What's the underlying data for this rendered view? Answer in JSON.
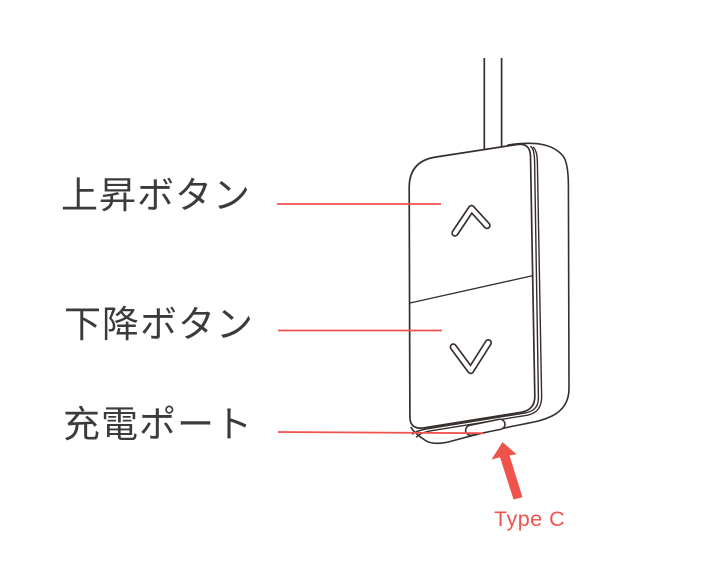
{
  "diagram": {
    "title_hint": "remote-control-product-diagram",
    "callouts": [
      {
        "label": "上昇ボタン",
        "target": "up-button"
      },
      {
        "label": "下降ボタン",
        "target": "down-button"
      },
      {
        "label": "充電ポート",
        "target": "charge-port"
      }
    ],
    "port_annotation": "Type C",
    "icons": [
      "up-chevron-icon",
      "down-chevron-icon",
      "type-c-arrow-icon",
      "charge-port-slot"
    ],
    "colors": {
      "accent_red": "#f0524c",
      "line_art": "#362f2d",
      "label_text": "#3b3b3b",
      "background": "#ffffff"
    }
  }
}
